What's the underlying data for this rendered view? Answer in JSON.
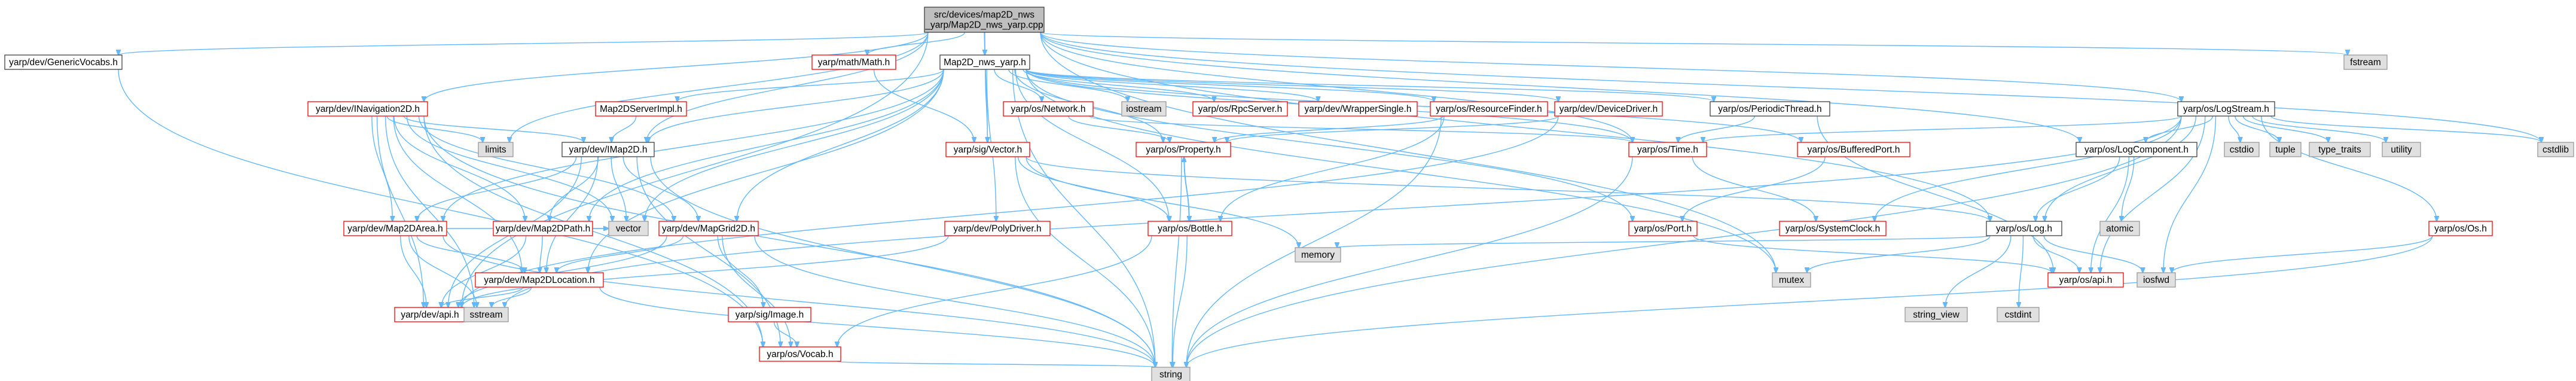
{
  "diagram": {
    "root_label": [
      "src/devices/map2D_nws",
      "_yarp/Map2D_nws_yarp.cpp"
    ],
    "colors": {
      "root_fill": "#bfbfbf",
      "root_stroke": "#404040",
      "file_fill": "#ffffff",
      "file_stroke_documented": "#404040",
      "file_stroke_undocumented": "#ff0000",
      "system_fill": "#e0e0e0",
      "system_stroke": "#999999",
      "edge": "#63b8ff"
    },
    "nodes": [
      {
        "id": "root",
        "label": "src/devices/map2D_nws\n_yarp/Map2D_nws_yarp.cpp",
        "kind": "root"
      },
      {
        "id": "genericvocabs",
        "label": "yarp/dev/GenericVocabs.h",
        "kind": "file"
      },
      {
        "id": "mathmath",
        "label": "yarp/math/Math.h",
        "kind": "red"
      },
      {
        "id": "map2dnws",
        "label": "Map2D_nws_yarp.h",
        "kind": "file"
      },
      {
        "id": "inav",
        "label": "yarp/dev/INavigation2D.h",
        "kind": "red"
      },
      {
        "id": "logstream",
        "label": "yarp/os/LogStream.h",
        "kind": "file"
      },
      {
        "id": "fstream",
        "label": "fstream",
        "kind": "system"
      },
      {
        "id": "cstdlib",
        "label": "cstdlib",
        "kind": "system"
      },
      {
        "id": "limits",
        "label": "limits",
        "kind": "system"
      },
      {
        "id": "serverimpl",
        "label": "Map2DServerImpl.h",
        "kind": "red"
      },
      {
        "id": "map2d",
        "label": "yarp/dev/IMap2D.h",
        "kind": "file"
      },
      {
        "id": "vector_h",
        "label": "yarp/sig/Vector.h",
        "kind": "red"
      },
      {
        "id": "network",
        "label": "yarp/os/Network.h",
        "kind": "red"
      },
      {
        "id": "iostream",
        "label": "iostream",
        "kind": "system"
      },
      {
        "id": "rpcserver",
        "label": "yarp/os/RpcServer.h",
        "kind": "red"
      },
      {
        "id": "wrapper",
        "label": "yarp/dev/WrapperSingle.h",
        "kind": "red"
      },
      {
        "id": "resfinder",
        "label": "yarp/os/ResourceFinder.h",
        "kind": "red"
      },
      {
        "id": "devdriver",
        "label": "yarp/dev/DeviceDriver.h",
        "kind": "red"
      },
      {
        "id": "periodic",
        "label": "yarp/os/PeriodicThread.h",
        "kind": "file"
      },
      {
        "id": "property",
        "label": "yarp/os/Property.h",
        "kind": "red"
      },
      {
        "id": "time",
        "label": "yarp/os/Time.h",
        "kind": "red"
      },
      {
        "id": "buffered",
        "label": "yarp/os/BufferedPort.h",
        "kind": "red"
      },
      {
        "id": "logcomp",
        "label": "yarp/os/LogComponent.h",
        "kind": "file"
      },
      {
        "id": "cstdio",
        "label": "cstdio",
        "kind": "system"
      },
      {
        "id": "tuple",
        "label": "tuple",
        "kind": "system"
      },
      {
        "id": "typetraits",
        "label": "type_traits",
        "kind": "system"
      },
      {
        "id": "utility",
        "label": "utility",
        "kind": "system"
      },
      {
        "id": "polydriver",
        "label": "yarp/dev/PolyDriver.h",
        "kind": "red"
      },
      {
        "id": "bottle",
        "label": "yarp/os/Bottle.h",
        "kind": "red"
      },
      {
        "id": "port",
        "label": "yarp/os/Port.h",
        "kind": "red"
      },
      {
        "id": "sysclock",
        "label": "yarp/os/SystemClock.h",
        "kind": "red"
      },
      {
        "id": "log",
        "label": "yarp/os/Log.h",
        "kind": "file"
      },
      {
        "id": "atomic",
        "label": "atomic",
        "kind": "system"
      },
      {
        "id": "os_h",
        "label": "yarp/os/Os.h",
        "kind": "red"
      },
      {
        "id": "map2darea",
        "label": "yarp/dev/Map2DArea.h",
        "kind": "red"
      },
      {
        "id": "map2dpath",
        "label": "yarp/dev/Map2DPath.h",
        "kind": "red"
      },
      {
        "id": "vector",
        "label": "vector",
        "kind": "system"
      },
      {
        "id": "mapgrid",
        "label": "yarp/dev/MapGrid2D.h",
        "kind": "red"
      },
      {
        "id": "memory",
        "label": "memory",
        "kind": "system"
      },
      {
        "id": "mutex",
        "label": "mutex",
        "kind": "system"
      },
      {
        "id": "map2dloc",
        "label": "yarp/dev/Map2DLocation.h",
        "kind": "red"
      },
      {
        "id": "osapi",
        "label": "yarp/os/api.h",
        "kind": "red"
      },
      {
        "id": "iosfwd",
        "label": "iosfwd",
        "kind": "system"
      },
      {
        "id": "string_view",
        "label": "string_view",
        "kind": "system"
      },
      {
        "id": "cstdint",
        "label": "cstdint",
        "kind": "system"
      },
      {
        "id": "devapi",
        "label": "yarp/dev/api.h",
        "kind": "red"
      },
      {
        "id": "sstream",
        "label": "sstream",
        "kind": "system"
      },
      {
        "id": "image",
        "label": "yarp/sig/Image.h",
        "kind": "red"
      },
      {
        "id": "vocab",
        "label": "yarp/os/Vocab.h",
        "kind": "red"
      },
      {
        "id": "string",
        "label": "string",
        "kind": "system"
      }
    ],
    "edges": [
      [
        "root",
        "genericvocabs"
      ],
      [
        "root",
        "mathmath"
      ],
      [
        "root",
        "map2dnws"
      ],
      [
        "root",
        "inav"
      ],
      [
        "root",
        "logstream"
      ],
      [
        "root",
        "fstream"
      ],
      [
        "root",
        "cstdlib"
      ],
      [
        "root",
        "limits"
      ],
      [
        "root",
        "map2d"
      ],
      [
        "root",
        "vector_h"
      ],
      [
        "root",
        "log"
      ],
      [
        "root",
        "logcomp"
      ],
      [
        "root",
        "time"
      ],
      [
        "root",
        "mutex"
      ],
      [
        "root",
        "devapi"
      ],
      [
        "genericvocabs",
        "vocab"
      ],
      [
        "mathmath",
        "vector_h"
      ],
      [
        "map2dnws",
        "serverimpl"
      ],
      [
        "map2dnws",
        "map2d"
      ],
      [
        "map2dnws",
        "vector_h"
      ],
      [
        "map2dnws",
        "network"
      ],
      [
        "map2dnws",
        "iostream"
      ],
      [
        "map2dnws",
        "rpcserver"
      ],
      [
        "map2dnws",
        "wrapper"
      ],
      [
        "map2dnws",
        "resfinder"
      ],
      [
        "map2dnws",
        "devdriver"
      ],
      [
        "map2dnws",
        "periodic"
      ],
      [
        "map2dnws",
        "property"
      ],
      [
        "map2dnws",
        "time"
      ],
      [
        "map2dnws",
        "buffered"
      ],
      [
        "map2dnws",
        "polydriver"
      ],
      [
        "map2dnws",
        "bottle"
      ],
      [
        "map2dnws",
        "port"
      ],
      [
        "map2dnws",
        "map2darea"
      ],
      [
        "map2dnws",
        "map2dpath"
      ],
      [
        "map2dnws",
        "vector"
      ],
      [
        "map2dnws",
        "mapgrid"
      ],
      [
        "map2dnws",
        "map2dloc"
      ],
      [
        "map2dnws",
        "string"
      ],
      [
        "map2dnws",
        "mutex"
      ],
      [
        "inav",
        "map2d"
      ],
      [
        "inav",
        "map2darea"
      ],
      [
        "inav",
        "map2dpath"
      ],
      [
        "inav",
        "map2dloc"
      ],
      [
        "inav",
        "mapgrid"
      ],
      [
        "inav",
        "vector"
      ],
      [
        "inav",
        "sstream"
      ],
      [
        "inav",
        "devapi"
      ],
      [
        "inav",
        "string"
      ],
      [
        "inav",
        "vocab"
      ],
      [
        "inav",
        "limits"
      ],
      [
        "logstream",
        "log"
      ],
      [
        "logstream",
        "logcomp"
      ],
      [
        "logstream",
        "sysclock"
      ],
      [
        "logstream",
        "time"
      ],
      [
        "logstream",
        "cstdio"
      ],
      [
        "logstream",
        "tuple"
      ],
      [
        "logstream",
        "typetraits"
      ],
      [
        "logstream",
        "utility"
      ],
      [
        "logstream",
        "os_h"
      ],
      [
        "logstream",
        "cstdlib"
      ],
      [
        "logstream",
        "osapi"
      ],
      [
        "logstream",
        "sstream"
      ],
      [
        "logstream",
        "string"
      ],
      [
        "logstream",
        "iosfwd"
      ],
      [
        "serverimpl",
        "map2d"
      ],
      [
        "map2d",
        "map2darea"
      ],
      [
        "map2d",
        "map2dpath"
      ],
      [
        "map2d",
        "map2dloc"
      ],
      [
        "map2d",
        "mapgrid"
      ],
      [
        "map2d",
        "vector"
      ],
      [
        "map2d",
        "devapi"
      ],
      [
        "map2d",
        "string"
      ],
      [
        "map2d",
        "vocab"
      ],
      [
        "vector_h",
        "bottle"
      ],
      [
        "vector_h",
        "string"
      ],
      [
        "vector_h",
        "log"
      ],
      [
        "vector_h",
        "memory"
      ],
      [
        "network",
        "property"
      ],
      [
        "network",
        "time"
      ],
      [
        "resfinder",
        "property"
      ],
      [
        "resfinder",
        "bottle"
      ],
      [
        "resfinder",
        "string"
      ],
      [
        "devdriver",
        "property"
      ],
      [
        "devdriver",
        "devapi"
      ],
      [
        "periodic",
        "time"
      ],
      [
        "periodic",
        "osapi"
      ],
      [
        "property",
        "bottle"
      ],
      [
        "property",
        "string"
      ],
      [
        "bottle",
        "property"
      ],
      [
        "bottle",
        "string"
      ],
      [
        "bottle",
        "vocab"
      ],
      [
        "polydriver",
        "devapi"
      ],
      [
        "buffered",
        "port"
      ],
      [
        "port",
        "osapi"
      ],
      [
        "time",
        "string"
      ],
      [
        "time",
        "sysclock"
      ],
      [
        "logcomp",
        "log"
      ],
      [
        "logcomp",
        "atomic"
      ],
      [
        "logcomp",
        "osapi"
      ],
      [
        "log",
        "mutex"
      ],
      [
        "log",
        "memory"
      ],
      [
        "log",
        "string_view"
      ],
      [
        "log",
        "cstdint"
      ],
      [
        "log",
        "osapi"
      ],
      [
        "log",
        "iosfwd"
      ],
      [
        "os_h",
        "string"
      ],
      [
        "os_h",
        "iosfwd"
      ],
      [
        "map2darea",
        "map2dloc"
      ],
      [
        "map2darea",
        "devapi"
      ],
      [
        "map2darea",
        "sstream"
      ],
      [
        "map2darea",
        "vector"
      ],
      [
        "map2darea",
        "string"
      ],
      [
        "map2dpath",
        "map2dloc"
      ],
      [
        "map2dpath",
        "vector"
      ],
      [
        "map2dpath",
        "devapi"
      ],
      [
        "mapgrid",
        "map2dloc"
      ],
      [
        "mapgrid",
        "image"
      ],
      [
        "mapgrid",
        "devapi"
      ],
      [
        "mapgrid",
        "string"
      ],
      [
        "mapgrid",
        "vocab"
      ],
      [
        "map2dloc",
        "devapi"
      ],
      [
        "map2dloc",
        "sstream"
      ],
      [
        "map2dloc",
        "string"
      ],
      [
        "image",
        "vocab"
      ],
      [
        "vocab",
        "string"
      ]
    ]
  }
}
